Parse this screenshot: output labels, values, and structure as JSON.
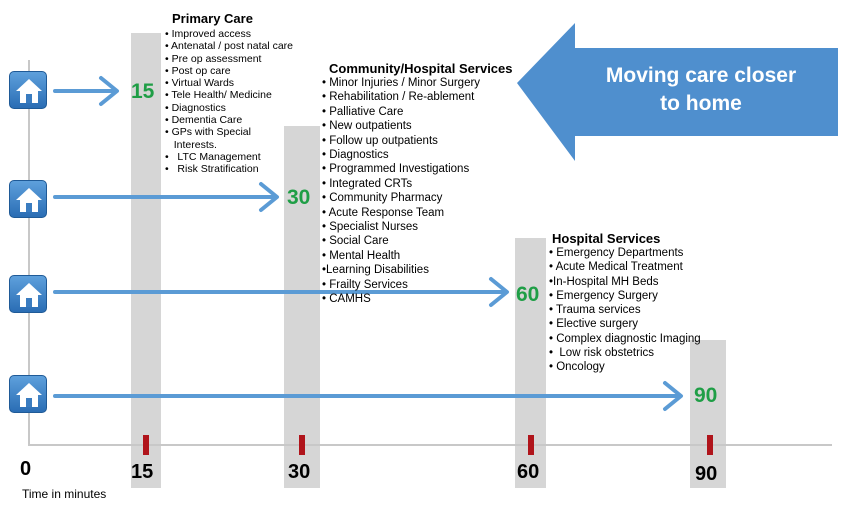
{
  "timeline": {
    "axis_label": "Time in minutes",
    "ticks": [
      "0",
      "15",
      "30",
      "60",
      "90"
    ]
  },
  "bars": [
    {
      "value": "15"
    },
    {
      "value": "30"
    },
    {
      "value": "60"
    },
    {
      "value": "90"
    }
  ],
  "banner": {
    "line1": "Moving care closer",
    "line2": "to home"
  },
  "primary_care": {
    "title": "Primary Care",
    "items": [
      "• Improved  access",
      "• Antenatal / post natal care",
      "• Pre op assessment",
      "• Post op care",
      "• Virtual Wards",
      "• Tele Health/ Medicine",
      "• Diagnostics",
      "• Dementia Care",
      "• GPs with Special",
      "   Interests.",
      "•   LTC Management",
      "•   Risk Stratification"
    ]
  },
  "community_hospital": {
    "title": "Community/Hospital Services",
    "items": [
      "• Minor Injuries / Minor Surgery",
      "• Rehabilitation / Re-ablement",
      "• Palliative Care",
      "• New outpatients",
      "• Follow up outpatients",
      "• Diagnostics",
      "• Programmed Investigations",
      "• Integrated CRTs",
      "• Community Pharmacy",
      "• Acute Response Team",
      "• Specialist Nurses",
      "• Social Care",
      "• Mental Health",
      "•Learning Disabilities",
      "• Frailty Services",
      "• CAMHS"
    ]
  },
  "hospital_services": {
    "title": "Hospital Services",
    "items": [
      "• Emergency Departments",
      "• Acute Medical Treatment",
      "•In-Hospital MH Beds",
      "• Emergency Surgery",
      "• Trauma services",
      "• Elective surgery",
      "• Complex diagnostic Imaging",
      "•  Low risk obstetrics",
      "• Oncology"
    ]
  },
  "colors": {
    "arrow": "#5b9bd5",
    "number": "#1f9e46",
    "tick": "#b0141b",
    "banner": "#4f8fce",
    "bar": "#d6d6d6"
  },
  "icons": [
    "home-icon",
    "home-icon",
    "home-icon",
    "home-icon"
  ]
}
